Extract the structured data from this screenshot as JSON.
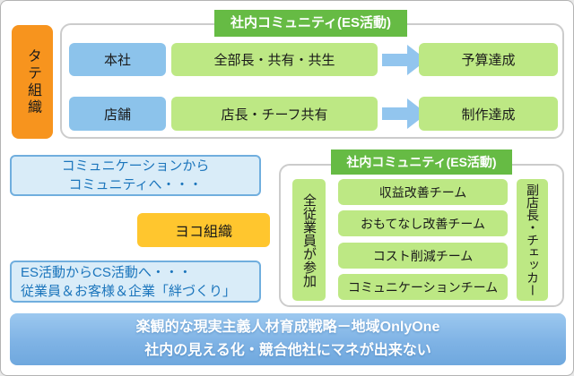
{
  "vertical_org": {
    "label": "タテ組織"
  },
  "horizontal_org": {
    "label": "ヨコ組織"
  },
  "top_section": {
    "header": "社内コミュニティ(ES活動)",
    "rows": [
      {
        "source": "本社",
        "activity": "全部長・共有・共生",
        "result": "予算達成"
      },
      {
        "source": "店舗",
        "activity": "店長・チーフ共有",
        "result": "制作達成"
      }
    ]
  },
  "notes": {
    "note1_line1": "コミュニケーションから",
    "note1_line2": "コミュニティへ・・・",
    "note2_line1": "ES活動からCS活動へ・・・",
    "note2_line2": "従業員＆お客様＆企業「絆づくり」"
  },
  "right_section": {
    "header": "社内コミュニティ(ES活動)",
    "left_label": "全従業員が参加",
    "right_label": "副店長・チェッカー",
    "teams": [
      "収益改善チーム",
      "おもてなし改善チーム",
      "コスト削減チーム",
      "コミュニケーションチーム"
    ]
  },
  "banner": {
    "line1": "楽観的な現実主義人材育成戦略－地域OnlyOne",
    "line2": "社内の見える化・競合他社にマネが出来ない"
  },
  "icons": {
    "flow_arrow": "right-arrow"
  },
  "colors": {
    "orange": "#F7941E",
    "yellow": "#FFC62E",
    "green_header": "#66BB44",
    "green_box": "#BDE884",
    "blue_box": "#8CC3EB",
    "arrow_blue": "#92C5EE",
    "note_fill": "#D9ECF8",
    "note_border": "#70AEDE",
    "note_text": "#1B75BC",
    "banner_gradient_top": "#9CC8EF",
    "banner_gradient_bottom": "#6FA8DE",
    "frame_border": "#CCCCCC"
  }
}
